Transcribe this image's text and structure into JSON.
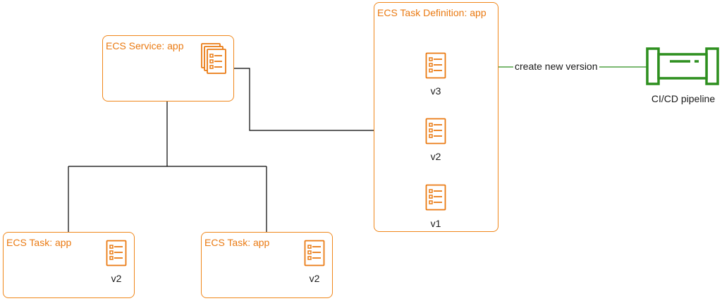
{
  "service": {
    "title": "ECS Service: app"
  },
  "task_definition": {
    "title": "ECS Task Definition: app",
    "versions": [
      {
        "label": "v3",
        "icon": "task-definition-icon"
      },
      {
        "label": "v2",
        "icon": "task-definition-icon"
      },
      {
        "label": "v1",
        "icon": "task-definition-icon"
      }
    ]
  },
  "tasks": [
    {
      "title": "ECS Task: app",
      "version": "v2",
      "icon": "task-definition-icon"
    },
    {
      "title": "ECS Task: app",
      "version": "v2",
      "icon": "task-definition-icon"
    }
  ],
  "pipeline": {
    "label": "CI/CD pipeline",
    "icon": "pipeline-icon"
  },
  "arrow_label": "create new version",
  "colors": {
    "aws_orange": "#f0871a",
    "pipeline_green": "#2d8f1e",
    "connector": "#000000"
  }
}
